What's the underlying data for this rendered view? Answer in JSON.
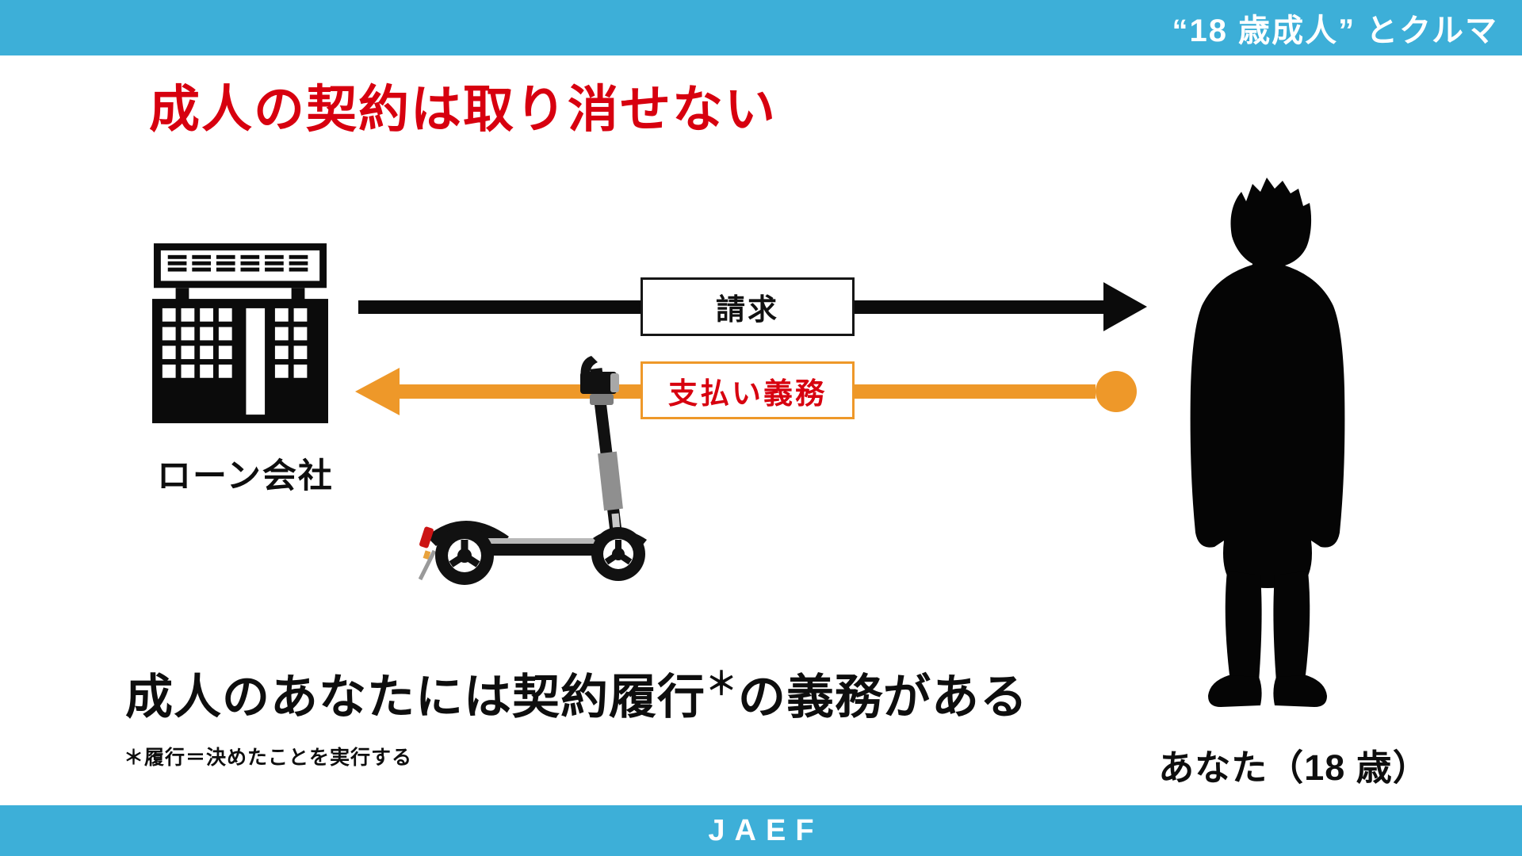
{
  "colors": {
    "blue": "#3DAFD8",
    "red": "#D7000F",
    "orange": "#EE9829",
    "ink": "#0E0E0E"
  },
  "top_bar": {
    "series_title": "“18 歳成人” とクルマ"
  },
  "slide": {
    "title": "成人の契約は取り消せない",
    "loan_company_label": "ローン会社",
    "claim_arrow_label": "請求",
    "payment_arrow_label": "支払い義務",
    "person_label": "あなた（18 歳）",
    "bottom_heading_pre": "成人のあなたには契約履行",
    "bottom_heading_sup": "＊",
    "bottom_heading_post": "の義務がある",
    "footnote": "＊履行＝決めたことを実行する"
  },
  "icons": {
    "building": "loan-company-building-icon",
    "scooter": "electric-kick-scooter-icon",
    "person": "adult-person-silhouette",
    "claim_arrow": "black-right-arrow",
    "payment_arrow": "orange-left-arrow"
  },
  "footer": {
    "logo_text": "JAEF"
  }
}
